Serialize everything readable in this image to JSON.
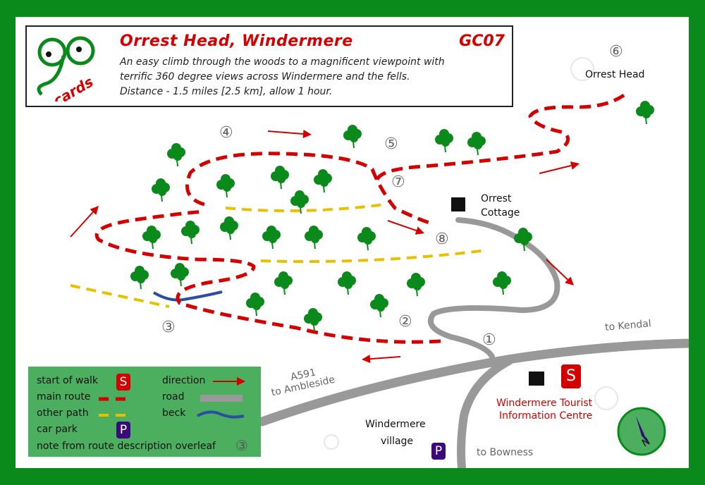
{
  "header": {
    "logo_text": "go cards",
    "title": "Orrest Head, Windermere",
    "code": "GC07",
    "description_lines": [
      "An easy climb through the woods to a magnificent viewpoint with",
      "terrific 360 degree views across Windermere and the fells.",
      "Distance - 1.5 miles [2.5 km], allow 1 hour."
    ]
  },
  "places": {
    "orrest_head": "Orrest Head",
    "orrest_cottage_1": "Orrest",
    "orrest_cottage_2": "Cottage",
    "to_kendal": "to Kendal",
    "a591": "A591",
    "to_ambleside": "to Ambleside",
    "village_1": "Windermere",
    "village_2": "village",
    "tic_1": "Windermere Tourist",
    "tic_2": "Information Centre",
    "to_bowness": "to Bowness"
  },
  "markers": {
    "start": "S",
    "parking": "P"
  },
  "waypoints": [
    "①",
    "②",
    "③",
    "④",
    "⑤",
    "⑥",
    "⑦",
    "⑧"
  ],
  "legend": {
    "start": "start of walk",
    "main_route": "main route",
    "other_path": "other path",
    "car_park": "car park",
    "note": "note from route description overleaf",
    "note_symbol": "③",
    "direction": "direction",
    "road": "road",
    "beck": "beck"
  },
  "colors": {
    "border": "#0a8a1a",
    "route": "#d40000",
    "path": "#e8c000",
    "road": "#999999",
    "beck": "#2a4fa0",
    "tree": "#0a8a1a",
    "parking": "#3a0a7a"
  }
}
